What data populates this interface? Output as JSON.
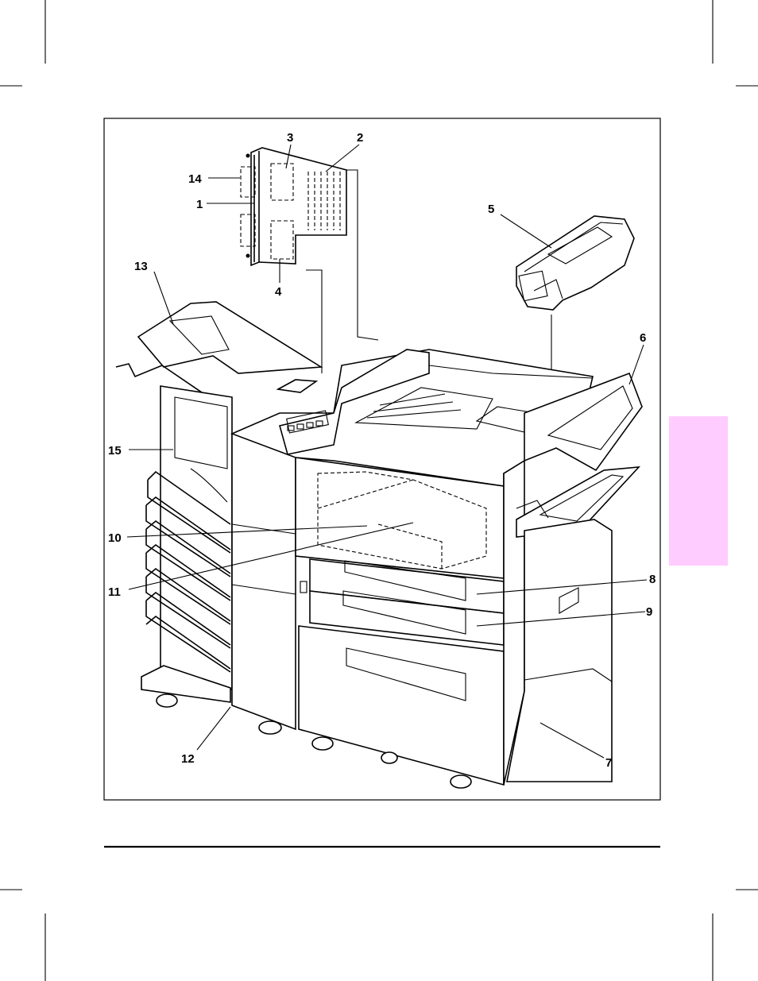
{
  "callouts": {
    "c1": "1",
    "c2": "2",
    "c3": "3",
    "c4": "4",
    "c5": "5",
    "c6": "6",
    "c7": "7",
    "c8": "8",
    "c9": "9",
    "c10": "10",
    "c11": "11",
    "c12": "12",
    "c13": "13",
    "c14": "14",
    "c15": "15"
  },
  "colors": {
    "section_tab": "#ffccff",
    "line": "#000000"
  }
}
